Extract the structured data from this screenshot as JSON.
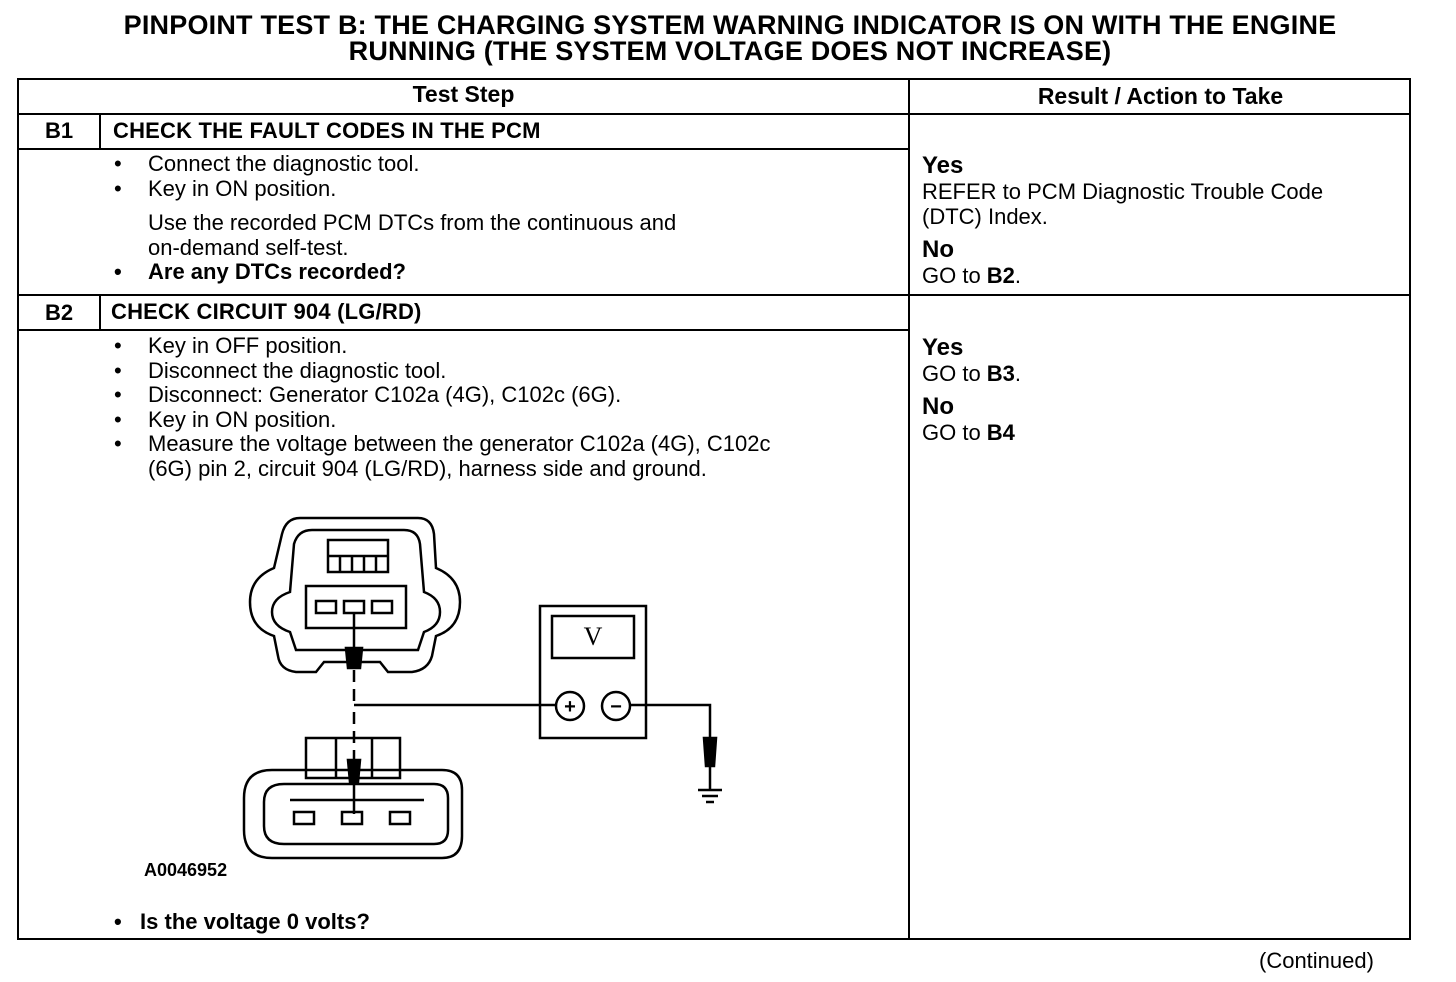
{
  "header": {
    "title_line1": "PINPOINT TEST B: THE CHARGING SYSTEM WARNING INDICATOR IS ON WITH THE ENGINE",
    "title_line2": "RUNNING (THE SYSTEM VOLTAGE DOES NOT INCREASE)"
  },
  "table": {
    "col_test_step": "Test Step",
    "col_result": "Result / Action to Take"
  },
  "b1": {
    "id": "B1",
    "title": "CHECK THE FAULT CODES IN THE PCM",
    "items": [
      "Connect the diagnostic tool.",
      "Key in ON position.",
      "Use the recorded PCM DTCs from the continuous and",
      "on-demand self-test.",
      "Are any DTCs recorded?"
    ],
    "yes_label": "Yes",
    "yes_action_line1": "REFER to PCM Diagnostic Trouble Code",
    "yes_action_line2": "(DTC) Index.",
    "no_label": "No",
    "no_action_prefix": "GO to ",
    "no_action_target": "B2",
    "no_action_suffix": "."
  },
  "b2": {
    "id": "B2",
    "title": "CHECK CIRCUIT 904 (LG/RD)",
    "items": [
      "Key in OFF position.",
      "Disconnect the diagnostic tool.",
      "Disconnect: Generator C102a (4G), C102c (6G).",
      "Key in ON position.",
      "Measure the voltage between the generator C102a (4G), C102c",
      "(6G) pin 2, circuit 904 (LG/RD), harness side and ground."
    ],
    "bullet": "•",
    "figure_id": "A0046952",
    "meter_symbol": "V",
    "plus": "+",
    "minus": "−",
    "question": "Is the voltage 0 volts?",
    "yes_label": "Yes",
    "yes_action_prefix": "GO to ",
    "yes_action_target": "B3",
    "yes_action_suffix": ".",
    "no_label": "No",
    "no_action_prefix": "GO to ",
    "no_action_target": "B4"
  },
  "footer": {
    "continued": "(Continued)"
  }
}
